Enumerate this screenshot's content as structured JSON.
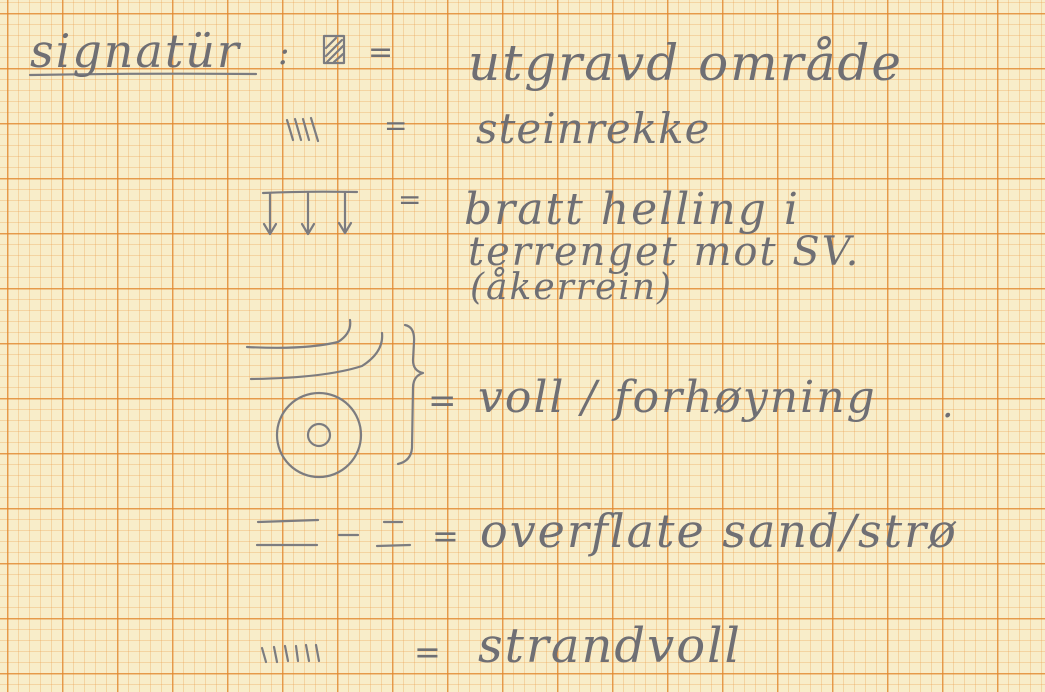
{
  "heading": "signatür",
  "heading_colon": ":",
  "rows": [
    {
      "symbol": "hatched-rectangle-icon",
      "equals": "=",
      "label": "utgravd område"
    },
    {
      "symbol": "vertical-strokes-icon",
      "equals": "=",
      "label": "steinrekke"
    },
    {
      "symbol": "down-arrows-icon",
      "equals": "=",
      "label": "bratt helling i",
      "label_line2": "terrenget mot SV.",
      "label_line3": "(åkerrein)"
    },
    {
      "symbol": "mound-icon",
      "equals": "=",
      "label": "voll / forhøyning",
      "trailing": "."
    },
    {
      "symbol": "dashes-icon",
      "equals": "=",
      "label": "overflate sand/strø"
    },
    {
      "symbol": "short-strokes-icon",
      "equals": "=",
      "label": "strandvoll"
    }
  ],
  "colors": {
    "paper": "#f8edc9",
    "grid": "#e1872d",
    "pencil": "#6f6f74"
  }
}
